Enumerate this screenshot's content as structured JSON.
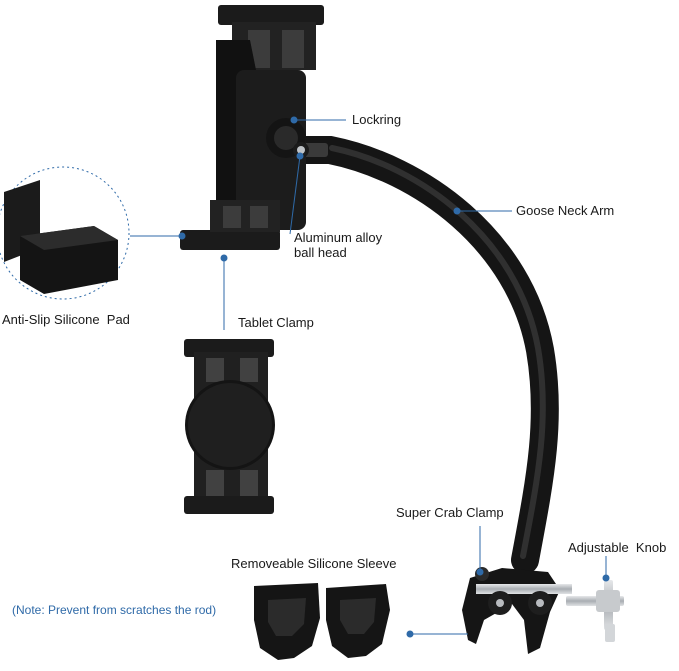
{
  "labels": {
    "lockring": "Lockring",
    "goose_neck_arm": "Goose Neck Arm",
    "ball_head_line1": "Aluminum alloy",
    "ball_head_line2": "ball head",
    "anti_slip_pad": "Anti-Slip Silicone  Pad",
    "tablet_clamp": "Tablet Clamp",
    "super_crab_clamp": "Super Crab Clamp",
    "adjustable_knob": "Adjustable  Knob",
    "silicone_sleeve": "Removeable Silicone Sleeve",
    "note": "(Note: Prevent from scratches the rod)"
  },
  "colors": {
    "leader_line": "#2f6aa8",
    "marker_dot": "#2f6aa8",
    "note_text": "#2f6aa8",
    "product_body": "#1b1b1b",
    "metal": "#b9bcc0"
  }
}
